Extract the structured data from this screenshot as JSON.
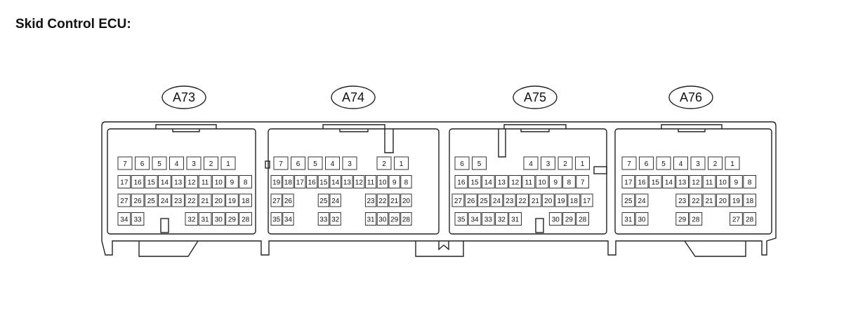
{
  "title": "Skid Control ECU:",
  "connectors": [
    {
      "label": "A73",
      "rows": [
        [
          "7",
          "6",
          "5",
          "4",
          "3",
          "2",
          "1"
        ],
        [
          "17",
          "16",
          "15",
          "14",
          "13",
          "12",
          "11",
          "10",
          "9",
          "8"
        ],
        [
          "27",
          "26",
          "25",
          "24",
          "23",
          "22",
          "21",
          "20",
          "19",
          "18"
        ],
        [
          "34",
          "33",
          "",
          "",
          "",
          "32",
          "31",
          "30",
          "29",
          "28"
        ]
      ]
    },
    {
      "label": "A74",
      "rows": [
        [
          "7",
          "6",
          "5",
          "4",
          "3",
          "",
          "2",
          "1"
        ],
        [
          "19",
          "18",
          "17",
          "16",
          "15",
          "14",
          "13",
          "12",
          "11",
          "10",
          "9",
          "8"
        ],
        [
          "27",
          "26",
          "",
          "",
          "25",
          "24",
          "",
          "",
          "23",
          "22",
          "21",
          "20"
        ],
        [
          "35",
          "34",
          "",
          "",
          "33",
          "32",
          "",
          "",
          "31",
          "30",
          "29",
          "28"
        ]
      ]
    },
    {
      "label": "A75",
      "rows": [
        [
          "6",
          "5",
          "",
          "",
          "4",
          "3",
          "2",
          "1"
        ],
        [
          "16",
          "15",
          "14",
          "13",
          "12",
          "11",
          "10",
          "9",
          "8",
          "7"
        ],
        [
          "27",
          "26",
          "25",
          "24",
          "23",
          "22",
          "21",
          "20",
          "19",
          "18",
          "17"
        ],
        [
          "35",
          "34",
          "33",
          "32",
          "31",
          "",
          "",
          "30",
          "29",
          "28"
        ]
      ]
    },
    {
      "label": "A76",
      "rows": [
        [
          "7",
          "6",
          "5",
          "4",
          "3",
          "2",
          "1"
        ],
        [
          "17",
          "16",
          "15",
          "14",
          "13",
          "12",
          "11",
          "10",
          "9",
          "8"
        ],
        [
          "25",
          "24",
          "",
          "",
          "23",
          "22",
          "21",
          "20",
          "19",
          "18"
        ],
        [
          "31",
          "30",
          "",
          "",
          "29",
          "28",
          "",
          "",
          "27",
          "28"
        ]
      ]
    }
  ]
}
